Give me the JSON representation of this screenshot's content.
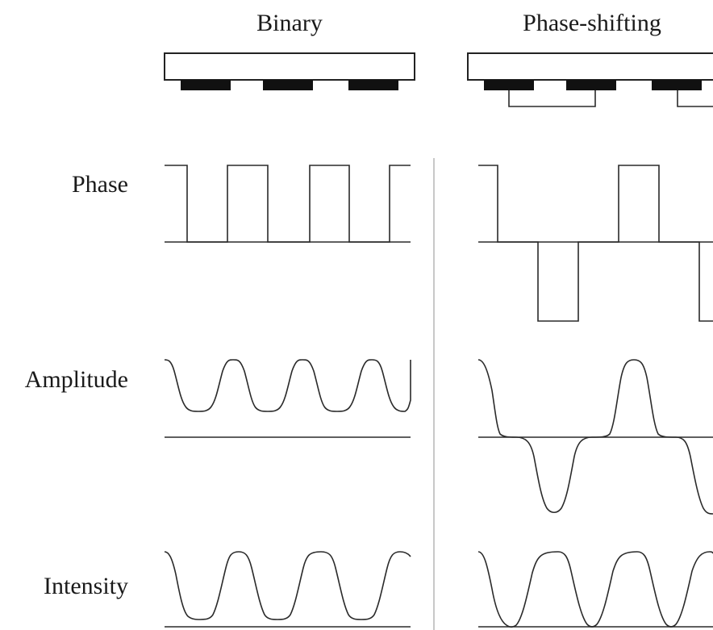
{
  "columns": {
    "binary": "Binary",
    "phase_shifting": "Phase-shifting"
  },
  "rows": {
    "phase": "Phase",
    "amplitude": "Amplitude",
    "intensity": "Intensity"
  },
  "colors": {
    "line": "#2a2a2a",
    "divider": "#b0b0b0",
    "chrome": "#111111",
    "background": "#ffffff"
  }
}
